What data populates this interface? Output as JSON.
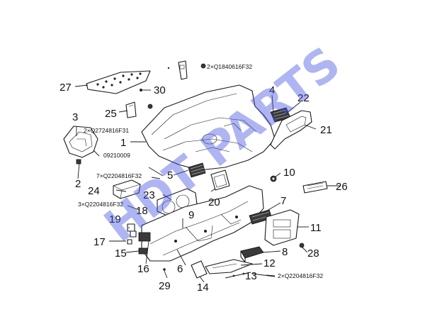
{
  "watermark": "HDT PARTS",
  "callouts": {
    "n1": "1",
    "n2": "2",
    "n3": "3",
    "n4": "4",
    "n5": "5",
    "n6": "6",
    "n7": "7",
    "n8": "8",
    "n9": "9",
    "n10": "10",
    "n11": "11",
    "n12": "12",
    "n13": "13",
    "n14": "14",
    "n15": "15",
    "n16": "16",
    "n17": "17",
    "n18": "18",
    "n19": "19",
    "n20": "20",
    "n21": "21",
    "n22": "22",
    "n23": "23",
    "n24": "24",
    "n25": "25",
    "n26": "26",
    "n27": "27",
    "n28": "28",
    "n29": "29",
    "n30": "30"
  },
  "fasteners": {
    "top": "2×Q1840616F32",
    "left_upper": "2×Q2724816F31",
    "left_code": "09210009",
    "mid": "7×Q2204816F32",
    "left_lower": "3×Q2204816F32",
    "bottom": "2×Q2204816F32"
  }
}
